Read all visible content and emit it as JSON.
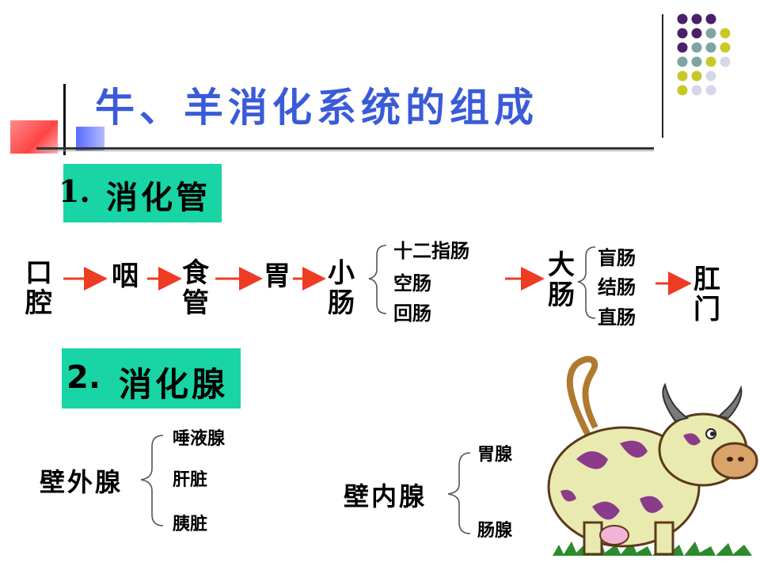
{
  "title": "牛、羊消化系统的组成",
  "section1": {
    "number": "1.",
    "label": "消化管"
  },
  "section2": {
    "number": "2.",
    "label": "消化腺"
  },
  "tract": {
    "mouth": [
      "口",
      "腔"
    ],
    "pharynx": "咽",
    "esophagus": [
      "食",
      "管"
    ],
    "stomach": "胃",
    "small_intestine": [
      "小",
      "肠"
    ],
    "small_parts": [
      "十二指肠",
      "空肠",
      "回肠"
    ],
    "large_intestine": [
      "大",
      "肠"
    ],
    "large_parts": [
      "盲肠",
      "结肠",
      "直肠"
    ],
    "anus": [
      "肛",
      "门"
    ]
  },
  "glands": {
    "outer": {
      "label": "壁外腺",
      "items": [
        "唾液腺",
        "肝脏",
        "胰脏"
      ]
    },
    "inner": {
      "label": "壁内腺",
      "items": [
        "胃腺",
        "肠腺"
      ]
    }
  },
  "colors": {
    "title": "#3a5bd8",
    "section_bg": "#19d4a4",
    "arrow": "#ee3b23"
  }
}
